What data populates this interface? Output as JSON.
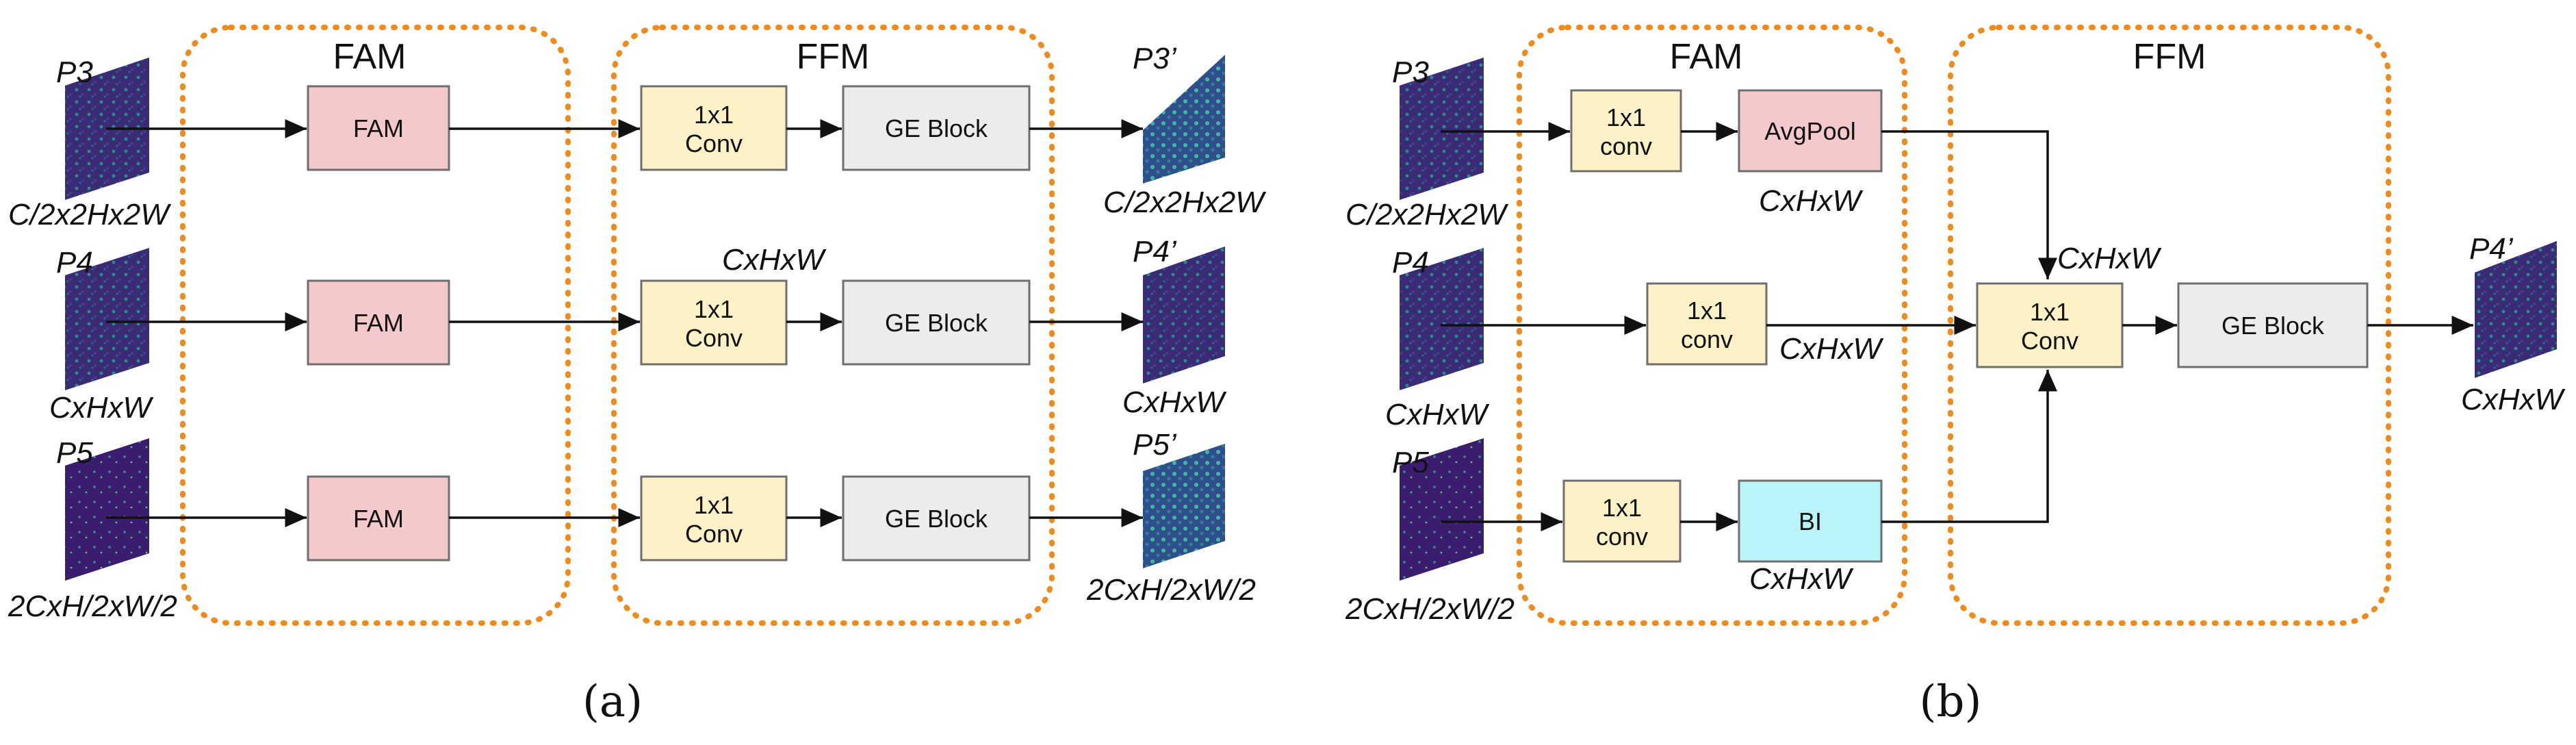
{
  "colors": {
    "fam_box": "#f4c9cb",
    "conv_box": "#fdf1c7",
    "ge_box": "#ececec",
    "avgpool_box": "#f4c9cb",
    "bi_box": "#b9f4f8",
    "region_border": "#ee8b1c"
  },
  "panel_a": {
    "caption": "(a)",
    "fam_region_title": "FAM",
    "ffm_region_title": "FFM",
    "inputs": [
      {
        "name": "P3",
        "shape": "C/2x2Hx2W"
      },
      {
        "name": "P4",
        "shape": "CxHxW"
      },
      {
        "name": "P5",
        "shape": "2CxH/2xW/2"
      }
    ],
    "fam_label": "FAM",
    "conv_label_line1": "1x1",
    "conv_label_line2": "Conv",
    "ge_label": "GE Block",
    "mid_shape": "CxHxW",
    "outputs": [
      {
        "name": "P3’",
        "shape": "C/2x2Hx2W"
      },
      {
        "name": "P4’",
        "shape": "CxHxW"
      },
      {
        "name": "P5’",
        "shape": "2CxH/2xW/2"
      }
    ]
  },
  "panel_b": {
    "caption": "(b)",
    "fam_region_title": "FAM",
    "ffm_region_title": "FFM",
    "inputs": [
      {
        "name": "P3",
        "shape": "C/2x2Hx2W"
      },
      {
        "name": "P4",
        "shape": "CxHxW"
      },
      {
        "name": "P5",
        "shape": "2CxH/2xW/2"
      }
    ],
    "conv_small_line1": "1x1",
    "conv_small_line2": "conv",
    "avgpool_label": "AvgPool",
    "avgpool_shape": "CxHxW",
    "bi_label": "BI",
    "bi_shape": "CxHxW",
    "p4_conv_shape": "CxHxW",
    "fuse_shape": "CxHxW",
    "fuse_conv_line1": "1x1",
    "fuse_conv_line2": "Conv",
    "ge_label": "GE Block",
    "output": {
      "name": "P4’",
      "shape": "CxHxW"
    }
  }
}
